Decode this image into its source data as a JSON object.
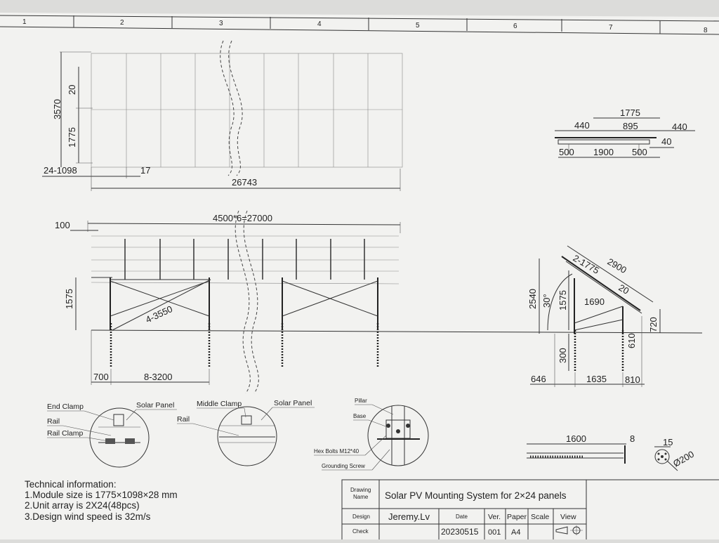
{
  "border": {
    "zones": [
      "1",
      "2",
      "3",
      "4",
      "5",
      "6",
      "7",
      "8"
    ]
  },
  "plan_view": {
    "dim_total_height": "3570",
    "dim_gap": "20",
    "dim_module_length": "1775",
    "dim_module_width": "24-1098",
    "dim_module_gap": "17",
    "dim_total_length": "26743"
  },
  "end_view_small": {
    "dim_module": "1775",
    "dim_left_overhang": "440",
    "dim_center": "895",
    "dim_right_overhang": "440",
    "dim_thickness": "40",
    "dim_left_end": "500",
    "dim_span": "1900",
    "dim_right_end": "500"
  },
  "front_elevation": {
    "dim_spans": "4500*6=27000",
    "dim_overhang": "100",
    "dim_height": "1575",
    "dim_brace": "4-3550",
    "dim_end": "700",
    "dim_posts": "8-3200"
  },
  "side_elevation": {
    "dim_panels": "2-1775",
    "dim_rail": "2900",
    "dim_gap": "20",
    "dim_beam": "1690",
    "dim_total_height": "2540",
    "dim_tilt": "30°",
    "dim_front_height": "1575",
    "dim_low_edge": "720",
    "dim_pile": "300",
    "dim_rear_pile": "610",
    "dim_front_overhang": "646",
    "dim_post_spacing": "1635",
    "dim_rear_overhang": "810"
  },
  "details": {
    "end_clamp": "End Clamp",
    "solar_panel_1": "Solar Panel",
    "rail_1": "Rail",
    "rail_clamp": "Rail Clamp",
    "middle_clamp": "Middle Clamp",
    "solar_panel_2": "Solar Panel",
    "rail_2": "Rail",
    "pillar": "Pillar",
    "base": "Base",
    "hex_bolts": "Hex Bolts M12*40",
    "grounding_screw": "Grounding Screw"
  },
  "ground_screw": {
    "dim_length": "1600",
    "dim_flange": "8",
    "dim_hole": "15",
    "dim_diameter": "Ø200"
  },
  "tech_info": {
    "heading": "Technical information:",
    "line1": "1.Module size is 1775×1098×28 mm",
    "line2": "2.Unit array is 2X24(48pcs)",
    "line3": "3.Design wind speed is 32m/s"
  },
  "title_block": {
    "drawing_name_label_1": "Drawing",
    "drawing_name_label_2": "Name",
    "drawing_name": "Solar PV Mounting System for 2×24 panels",
    "design_label": "Design",
    "designer": "Jeremy.Lv",
    "date_label": "Date",
    "ver_label": "Ver.",
    "paper_label": "Paper",
    "scale_label": "Scale",
    "view_label": "View",
    "check_label": "Check",
    "date": "20230515",
    "version": "001",
    "paper": "A4"
  },
  "colors": {
    "paper": "#f2f2f0",
    "ink": "#222222"
  }
}
